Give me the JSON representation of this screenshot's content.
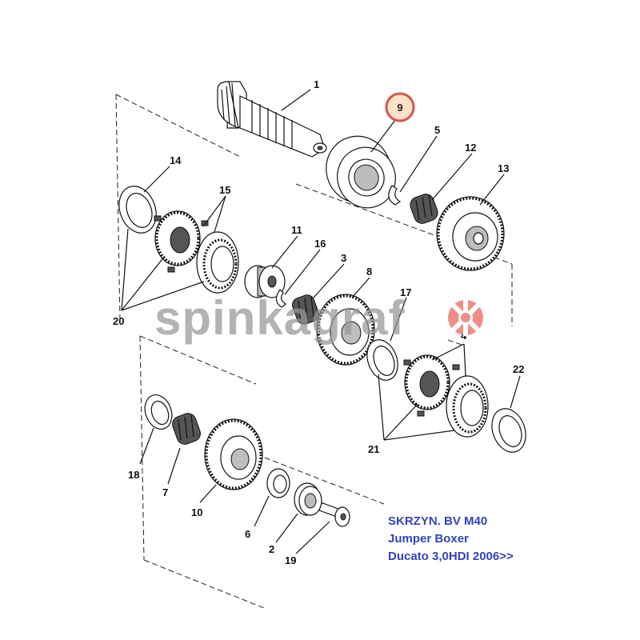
{
  "diagram": {
    "callouts": {
      "c1": "1",
      "c2": "2",
      "c3": "3",
      "c4": "4",
      "c5": "5",
      "c6": "6",
      "c7": "7",
      "c8": "8",
      "c9": "9",
      "c10": "10",
      "c11": "11",
      "c12": "12",
      "c13": "13",
      "c14": "14",
      "c15": "15",
      "c16": "16",
      "c17": "17",
      "c18": "18",
      "c19": "19",
      "c20": "20",
      "c21": "21",
      "c22": "22"
    },
    "highlight_color": "#d9534f",
    "highlight_fill": "#fbe3c8"
  },
  "watermark": {
    "text": "spinkagraf",
    "color": "#969696",
    "logo_color": "#e05a52"
  },
  "caption": {
    "line1": "SKRZYN.  BV M40",
    "line2": "Jumper Boxer",
    "line3": "Ducato 3,0HDI 2006>>",
    "color": "#3344bb"
  }
}
